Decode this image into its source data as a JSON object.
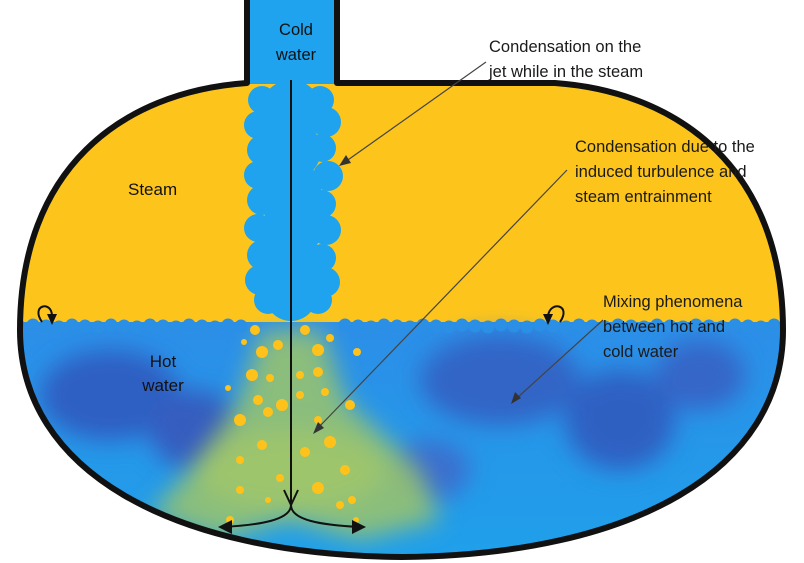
{
  "inlet": {
    "label_line1": "Cold",
    "label_line2": "water"
  },
  "regions": {
    "steam": "Steam",
    "hot_water_line1": "Hot",
    "hot_water_line2": "water"
  },
  "annotations": {
    "jet_condensation": [
      "Condensation on the",
      "jet while in the steam"
    ],
    "turbulence_condensation": [
      "Condensation due to the",
      "induced turbulence and",
      "steam entrainment"
    ],
    "mixing": [
      "Mixing phenomena",
      "between hot and",
      "cold water"
    ]
  },
  "colors": {
    "steam": "#FDC51C",
    "jet": "#1FA3EE",
    "water_light": "#2B8FE6",
    "water_dark": "#2F63C8",
    "plume": "#93C26E",
    "bubble": "#FFC21A",
    "outline": "#111111"
  }
}
